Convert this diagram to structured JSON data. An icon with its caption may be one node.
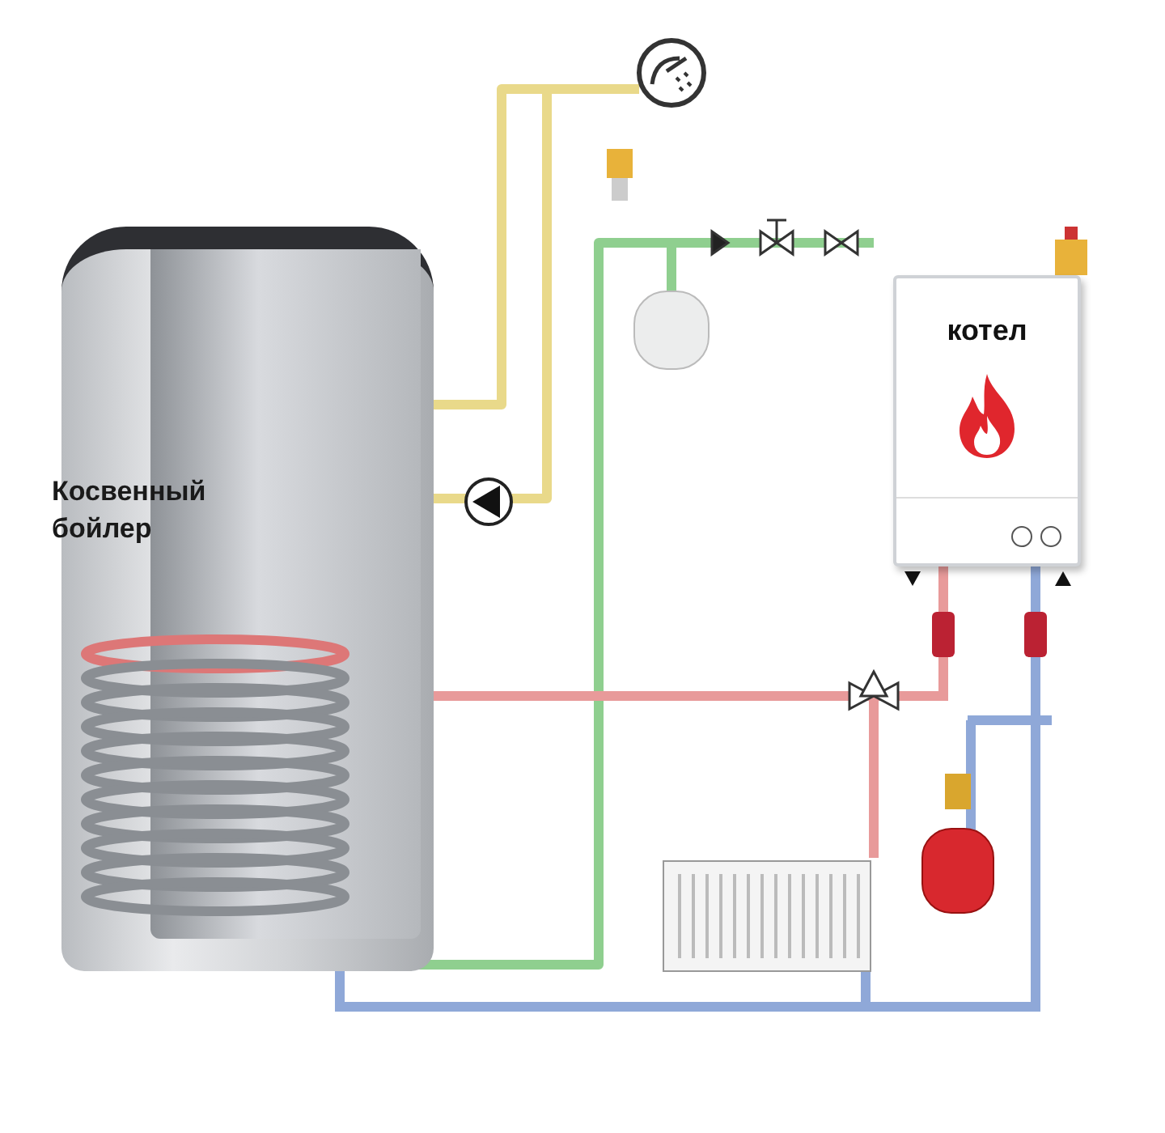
{
  "diagram": {
    "nodes": [
      {
        "text": [
          "Косвенный бойлер"
        ]
      },
      {
        "text": [
          "котел"
        ]
      }
    ],
    "edges": [
      {
        "from": 1,
        "to": 0,
        "arrow": "none",
        "color": "#e89a9a"
      },
      {
        "from": 0,
        "to": 1,
        "arrow": "none",
        "color": "#8fa8d8"
      }
    ]
  }
}
